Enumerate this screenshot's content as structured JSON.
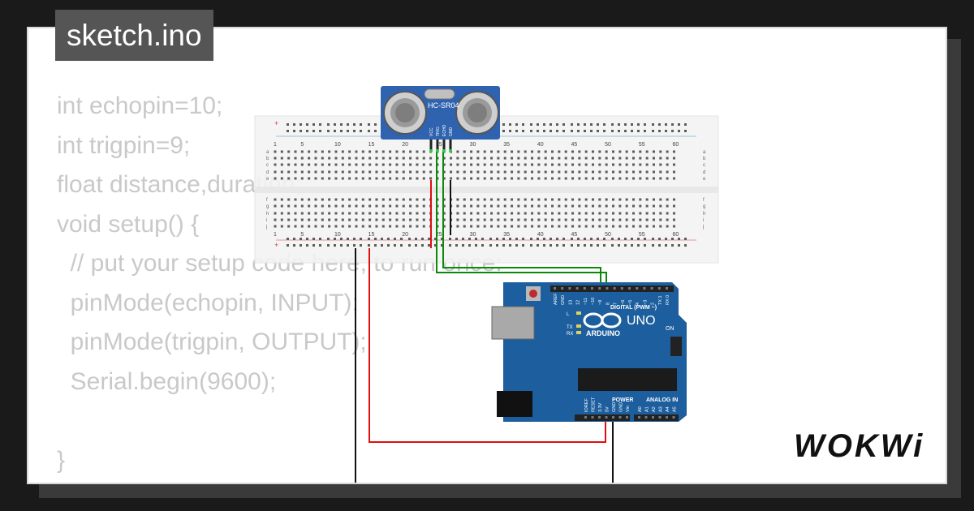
{
  "title": "sketch.ino",
  "code_lines": [
    "int echopin=10;",
    "int trigpin=9;",
    "float distance,duration;",
    "void setup() {",
    "  // put your setup code here, to run once:",
    "  pinMode(echopin, INPUT);",
    "  pinMode(trigpin, OUTPUT);",
    "  Serial.begin(9600);",
    "",
    "}"
  ],
  "logo": "WOKWi",
  "sensor": {
    "label": "HC-SR04",
    "pins": [
      "VCC",
      "TRIG",
      "ECHO",
      "GND"
    ]
  },
  "breadboard": {
    "column_numbers": [
      "1",
      "5",
      "10",
      "15",
      "20",
      "25",
      "30",
      "35",
      "40",
      "45",
      "50",
      "55",
      "60"
    ],
    "rows_top": [
      "a",
      "b",
      "c",
      "d",
      "e"
    ],
    "rows_bottom": [
      "f",
      "g",
      "h",
      "i",
      "j"
    ]
  },
  "arduino": {
    "model": "UNO",
    "brand": "ARDUINO",
    "digital_label": "DIGITAL (PWM ~)",
    "power_label": "POWER",
    "analog_label": "ANALOG IN",
    "on_label": "ON",
    "led_labels": [
      "L",
      "TX",
      "RX"
    ],
    "top_pins": [
      "AREF",
      "GND",
      "13",
      "12",
      "~11",
      "~10",
      "~9",
      "8",
      "7",
      "~6",
      "~5",
      "4",
      "~3",
      "2",
      "TX 1",
      "RX 0"
    ],
    "power_pins": [
      "IOREF",
      "RESET",
      "3.3V",
      "5V",
      "GND",
      "GND",
      "Vin"
    ],
    "analog_pins": [
      "A0",
      "A1",
      "A2",
      "A3",
      "A4",
      "A5"
    ]
  },
  "colors": {
    "wire_red": "#e01010",
    "wire_green": "#0a8a0a",
    "wire_black": "#111111",
    "arduino_blue": "#1d5f9e",
    "sensor_blue": "#2f63b0",
    "code_text": "#c9c9c9"
  }
}
